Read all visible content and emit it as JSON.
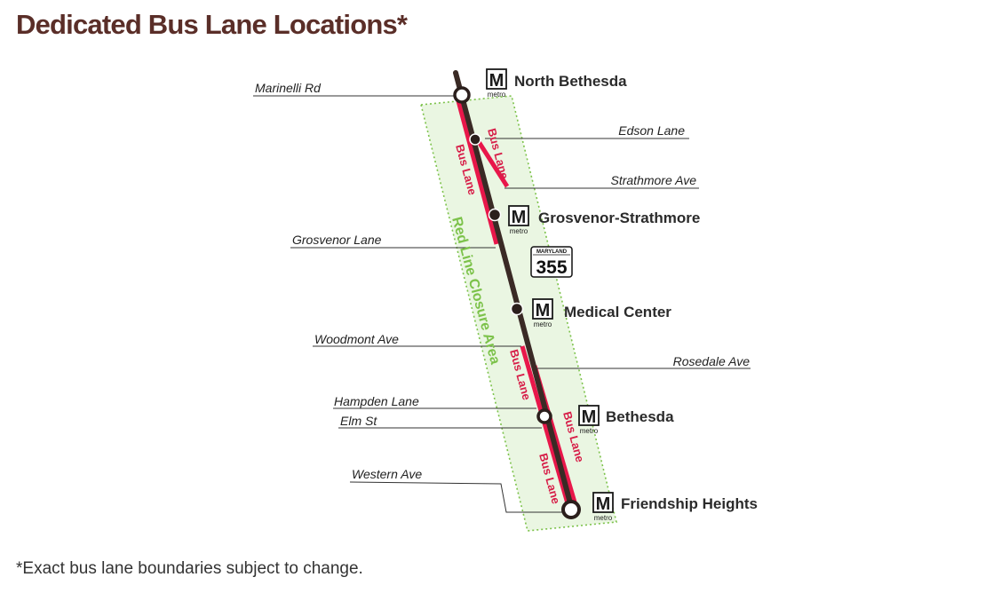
{
  "title": "Dedicated Bus Lane Locations*",
  "footnote": "*Exact bus lane boundaries subject to change.",
  "colors": {
    "title": "#5a2e28",
    "road": "#3a2a25",
    "bus_lane": "#e8174a",
    "closure_fill": "#eaf6e2",
    "closure_border": "#7cc24a"
  },
  "closure_area": {
    "label": "Red Line Closure Area"
  },
  "bus_lane_label": "Bus Lane",
  "metro_icon": {
    "letter": "M",
    "word": "metro"
  },
  "route_shield": {
    "state": "MARYLAND",
    "number": "355"
  },
  "stations": [
    {
      "name": "North Bethesda"
    },
    {
      "name": "Grosvenor-Strathmore"
    },
    {
      "name": "Medical Center"
    },
    {
      "name": "Bethesda"
    },
    {
      "name": "Friendship Heights"
    }
  ],
  "streets": [
    {
      "name": "Marinelli Rd"
    },
    {
      "name": "Edson Lane"
    },
    {
      "name": "Strathmore Ave"
    },
    {
      "name": "Grosvenor Lane"
    },
    {
      "name": "Woodmont Ave"
    },
    {
      "name": "Rosedale Ave"
    },
    {
      "name": "Hampden Lane"
    },
    {
      "name": "Elm St"
    },
    {
      "name": "Western Ave"
    }
  ]
}
